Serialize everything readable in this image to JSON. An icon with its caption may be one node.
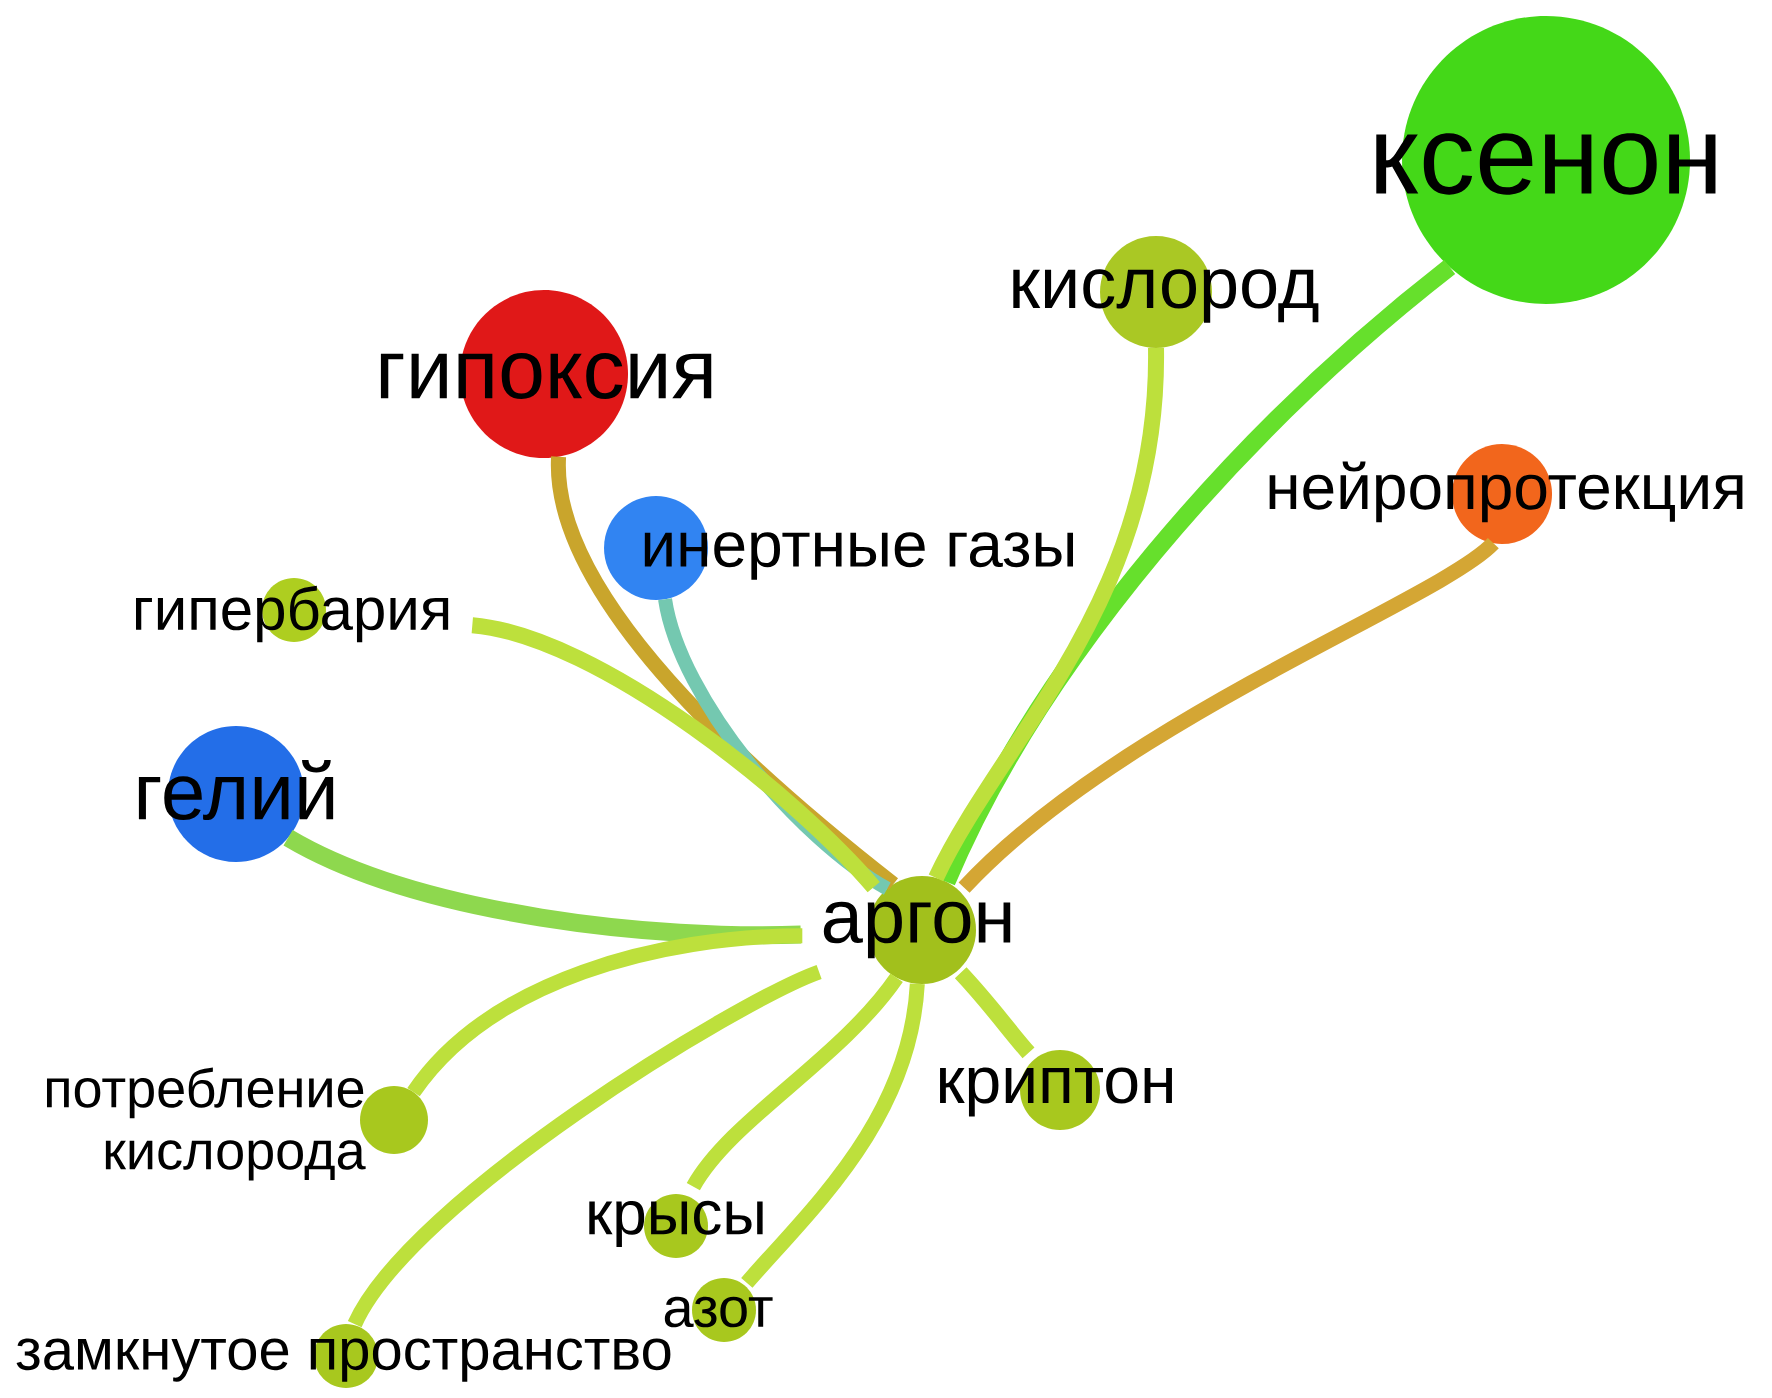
{
  "diagram": {
    "nodes": [
      {
        "text": [
          "ксенон"
        ]
      },
      {
        "text": [
          "кислород"
        ]
      },
      {
        "text": [
          "гипоксия"
        ]
      },
      {
        "text": [
          "нейропротекция"
        ]
      },
      {
        "text": [
          "инертные газы"
        ]
      },
      {
        "text": [
          "гипербария"
        ]
      },
      {
        "text": [
          "гелий"
        ]
      },
      {
        "text": [
          "аргон"
        ]
      },
      {
        "text": [
          "криптон"
        ]
      },
      {
        "text": [
          "потребление кислорода"
        ]
      },
      {
        "text": [
          "крысы"
        ]
      },
      {
        "text": [
          "азот"
        ]
      },
      {
        "text": [
          "замкнутое пространство"
        ]
      }
    ],
    "edges": [
      {
        "from": 7,
        "to": 0,
        "arrow": "none",
        "color": "#66e02c"
      },
      {
        "from": 7,
        "to": 1,
        "arrow": "none"
      },
      {
        "from": 7,
        "to": 2,
        "arrow": "none",
        "color": "#c9a52c"
      },
      {
        "from": 7,
        "to": 3,
        "arrow": "none",
        "color": "#d4a634"
      },
      {
        "from": 7,
        "to": 4,
        "arrow": "none",
        "color": "#74c8b0"
      },
      {
        "from": 7,
        "to": 5,
        "arrow": "none"
      },
      {
        "from": 7,
        "to": 6,
        "arrow": "none",
        "color": "#8ed84e"
      },
      {
        "from": 7,
        "to": 8,
        "arrow": "none"
      },
      {
        "from": 7,
        "to": 9,
        "arrow": "none"
      },
      {
        "from": 7,
        "to": 10,
        "arrow": "none"
      },
      {
        "from": 7,
        "to": 11,
        "arrow": "none"
      },
      {
        "from": 7,
        "to": 12,
        "arrow": "none"
      }
    ]
  }
}
